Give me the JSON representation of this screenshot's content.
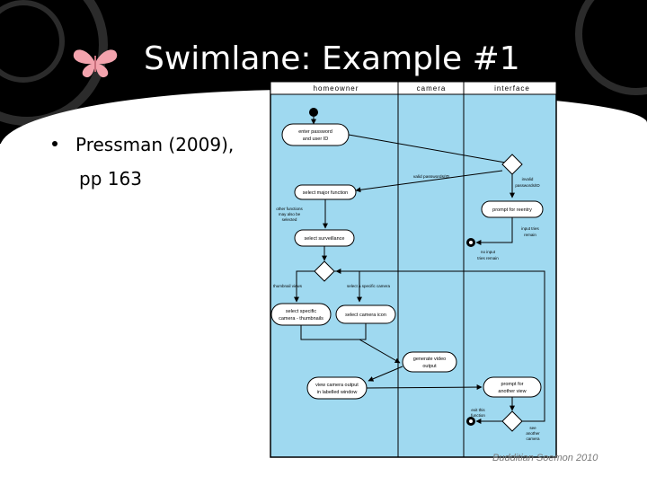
{
  "slide": {
    "title": "Swimlane: Example #1",
    "bullet_line1": "Pressman (2009),",
    "bullet_line2": "pp 163",
    "credit": "Budditian Soemon 2010"
  },
  "diagram": {
    "lanes": [
      "homeowner",
      "camera",
      "interface"
    ],
    "activities": {
      "enter_password": [
        "enter password",
        "and user ID"
      ],
      "select_major_function": [
        "select major function"
      ],
      "select_surveillance": [
        "select surveillance"
      ],
      "select_specific_camera": [
        "select specific",
        "camera - thumbnails"
      ],
      "select_camera_icon": [
        "select camera icon"
      ],
      "view_camera_output": [
        "view camera output",
        "in labelled window"
      ],
      "generate_video": [
        "generate video",
        "output"
      ],
      "prompt_reentry": [
        "prompt for reentry"
      ],
      "prompt_another_view": [
        "prompt for",
        "another view"
      ]
    },
    "guards": {
      "valid_passwords": "valid passwords/ID",
      "invalid": [
        "invalid",
        "passwords/ID"
      ],
      "other_functions": [
        "other functions",
        "may also be",
        "selected"
      ],
      "input_tries_remain": [
        "input tries",
        "remain"
      ],
      "no_input_tries": [
        "no input",
        "tries remain"
      ],
      "thumbnail_views": "thumbnail views",
      "select_specific_camera": "select a specific camera",
      "exit_this_function": [
        "exit this",
        "function"
      ],
      "see_another_camera": [
        "see",
        "another",
        "camera"
      ]
    }
  }
}
